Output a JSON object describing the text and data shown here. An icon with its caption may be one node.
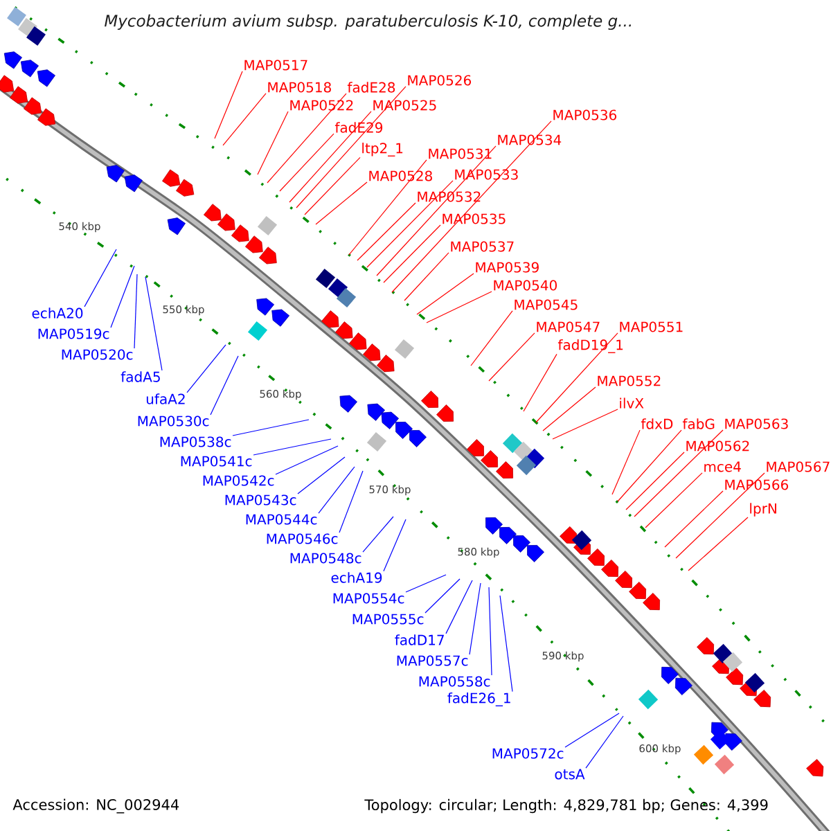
{
  "diagram": {
    "title": "Mycobacterium avium subsp. paratuberculosis K-10, complete g...",
    "nodes": [
      {
        "text": [
          "MAP0517"
        ]
      },
      {
        "text": [
          "MAP0518"
        ]
      },
      {
        "text": [
          "fadE28"
        ]
      },
      {
        "text": [
          "MAP0526"
        ]
      },
      {
        "text": [
          "MAP0522"
        ]
      },
      {
        "text": [
          "MAP0525"
        ]
      },
      {
        "text": [
          "fadE29"
        ]
      },
      {
        "text": [
          "ltp2_1"
        ]
      },
      {
        "text": [
          "MAP0528"
        ]
      },
      {
        "text": [
          "MAP0536"
        ]
      },
      {
        "text": [
          "MAP0534"
        ]
      },
      {
        "text": [
          "MAP0531"
        ]
      },
      {
        "text": [
          "MAP0533"
        ]
      },
      {
        "text": [
          "MAP0532"
        ]
      },
      {
        "text": [
          "MAP0535"
        ]
      },
      {
        "text": [
          "MAP0537"
        ]
      },
      {
        "text": [
          "MAP0539"
        ]
      },
      {
        "text": [
          "MAP0540"
        ]
      },
      {
        "text": [
          "MAP0545"
        ]
      },
      {
        "text": [
          "MAP0547"
        ]
      },
      {
        "text": [
          "MAP0551"
        ]
      },
      {
        "text": [
          "fadD19_1"
        ]
      },
      {
        "text": [
          "MAP0552"
        ]
      },
      {
        "text": [
          "ilvX"
        ]
      },
      {
        "text": [
          "fdxD"
        ]
      },
      {
        "text": [
          "fabG"
        ]
      },
      {
        "text": [
          "MAP0563"
        ]
      },
      {
        "text": [
          "MAP0562"
        ]
      },
      {
        "text": [
          "mce4"
        ]
      },
      {
        "text": [
          "MAP0567"
        ]
      },
      {
        "text": [
          "MAP0566"
        ]
      },
      {
        "text": [
          "lprN"
        ]
      },
      {
        "text": [
          "echA20"
        ]
      },
      {
        "text": [
          "MAP0519c"
        ]
      },
      {
        "text": [
          "MAP0520c"
        ]
      },
      {
        "text": [
          "fadA5"
        ]
      },
      {
        "text": [
          "ufaA2"
        ]
      },
      {
        "text": [
          "MAP0530c"
        ]
      },
      {
        "text": [
          "MAP0538c"
        ]
      },
      {
        "text": [
          "MAP0541c"
        ]
      },
      {
        "text": [
          "MAP0542c"
        ]
      },
      {
        "text": [
          "MAP0543c"
        ]
      },
      {
        "text": [
          "MAP0544c"
        ]
      },
      {
        "text": [
          "MAP0546c"
        ]
      },
      {
        "text": [
          "MAP0548c"
        ]
      },
      {
        "text": [
          "echA19"
        ]
      },
      {
        "text": [
          "MAP0554c"
        ]
      },
      {
        "text": [
          "MAP0555c"
        ]
      },
      {
        "text": [
          "fadD17"
        ]
      },
      {
        "text": [
          "MAP0557c"
        ]
      },
      {
        "text": [
          "MAP0558c"
        ]
      },
      {
        "text": [
          "fadE26_1"
        ]
      },
      {
        "text": [
          "MAP0572c"
        ]
      },
      {
        "text": [
          "otsA"
        ]
      }
    ],
    "edges": [
      {
        "from": 0,
        "to": null,
        "arrow": "none",
        "color": "#ff0000"
      },
      {
        "from": 1,
        "to": null,
        "arrow": "none",
        "color": "#ff0000"
      },
      {
        "from": 2,
        "to": null,
        "arrow": "none",
        "color": "#ff0000"
      },
      {
        "from": 3,
        "to": null,
        "arrow": "none",
        "color": "#ff0000"
      },
      {
        "from": 4,
        "to": null,
        "arrow": "none",
        "color": "#ff0000"
      },
      {
        "from": 5,
        "to": null,
        "arrow": "none",
        "color": "#ff0000"
      },
      {
        "from": 6,
        "to": null,
        "arrow": "none",
        "color": "#ff0000"
      },
      {
        "from": 7,
        "to": null,
        "arrow": "none",
        "color": "#ff0000"
      },
      {
        "from": 8,
        "to": null,
        "arrow": "none",
        "color": "#ff0000"
      },
      {
        "from": 9,
        "to": null,
        "arrow": "none",
        "color": "#ff0000"
      },
      {
        "from": 10,
        "to": null,
        "arrow": "none",
        "color": "#ff0000"
      },
      {
        "from": 11,
        "to": null,
        "arrow": "none",
        "color": "#ff0000"
      },
      {
        "from": 12,
        "to": null,
        "arrow": "none",
        "color": "#ff0000"
      },
      {
        "from": 13,
        "to": null,
        "arrow": "none",
        "color": "#ff0000"
      },
      {
        "from": 14,
        "to": null,
        "arrow": "none",
        "color": "#ff0000"
      },
      {
        "from": 15,
        "to": null,
        "arrow": "none",
        "color": "#ff0000"
      },
      {
        "from": 16,
        "to": null,
        "arrow": "none",
        "color": "#ff0000"
      },
      {
        "from": 17,
        "to": null,
        "arrow": "none",
        "color": "#ff0000"
      },
      {
        "from": 18,
        "to": null,
        "arrow": "none",
        "color": "#ff0000"
      },
      {
        "from": 19,
        "to": null,
        "arrow": "none",
        "color": "#ff0000"
      },
      {
        "from": 20,
        "to": null,
        "arrow": "none",
        "color": "#ff0000"
      },
      {
        "from": 21,
        "to": null,
        "arrow": "none",
        "color": "#ff0000"
      },
      {
        "from": 22,
        "to": null,
        "arrow": "none",
        "color": "#ff0000"
      },
      {
        "from": 23,
        "to": null,
        "arrow": "none",
        "color": "#ff0000"
      },
      {
        "from": 24,
        "to": null,
        "arrow": "none",
        "color": "#ff0000"
      },
      {
        "from": 25,
        "to": null,
        "arrow": "none",
        "color": "#ff0000"
      },
      {
        "from": 26,
        "to": null,
        "arrow": "none",
        "color": "#ff0000"
      },
      {
        "from": 27,
        "to": null,
        "arrow": "none",
        "color": "#ff0000"
      },
      {
        "from": 28,
        "to": null,
        "arrow": "none",
        "color": "#ff0000"
      },
      {
        "from": 29,
        "to": null,
        "arrow": "none",
        "color": "#ff0000"
      },
      {
        "from": 30,
        "to": null,
        "arrow": "none",
        "color": "#ff0000"
      },
      {
        "from": 31,
        "to": null,
        "arrow": "none",
        "color": "#ff0000"
      },
      {
        "from": 32,
        "to": null,
        "arrow": "none",
        "color": "#0000ff"
      },
      {
        "from": 33,
        "to": null,
        "arrow": "none",
        "color": "#0000ff"
      },
      {
        "from": 34,
        "to": null,
        "arrow": "none",
        "color": "#0000ff"
      },
      {
        "from": 35,
        "to": null,
        "arrow": "none",
        "color": "#0000ff"
      },
      {
        "from": 36,
        "to": null,
        "arrow": "none",
        "color": "#0000ff"
      },
      {
        "from": 37,
        "to": null,
        "arrow": "none",
        "color": "#0000ff"
      },
      {
        "from": 38,
        "to": null,
        "arrow": "none",
        "color": "#0000ff"
      },
      {
        "from": 39,
        "to": null,
        "arrow": "none",
        "color": "#0000ff"
      },
      {
        "from": 40,
        "to": null,
        "arrow": "none",
        "color": "#0000ff"
      },
      {
        "from": 41,
        "to": null,
        "arrow": "none",
        "color": "#0000ff"
      },
      {
        "from": 42,
        "to": null,
        "arrow": "none",
        "color": "#0000ff"
      },
      {
        "from": 43,
        "to": null,
        "arrow": "none",
        "color": "#0000ff"
      },
      {
        "from": 44,
        "to": null,
        "arrow": "none",
        "color": "#0000ff"
      },
      {
        "from": 45,
        "to": null,
        "arrow": "none",
        "color": "#0000ff"
      },
      {
        "from": 46,
        "to": null,
        "arrow": "none",
        "color": "#0000ff"
      },
      {
        "from": 47,
        "to": null,
        "arrow": "none",
        "color": "#0000ff"
      },
      {
        "from": 48,
        "to": null,
        "arrow": "none",
        "color": "#0000ff"
      },
      {
        "from": 49,
        "to": null,
        "arrow": "none",
        "color": "#0000ff"
      },
      {
        "from": 50,
        "to": null,
        "arrow": "none",
        "color": "#0000ff"
      },
      {
        "from": 51,
        "to": null,
        "arrow": "none",
        "color": "#0000ff"
      },
      {
        "from": 52,
        "to": null,
        "arrow": "none",
        "color": "#0000ff"
      },
      {
        "from": 53,
        "to": null,
        "arrow": "none",
        "color": "#0000ff"
      }
    ],
    "labels": [
      "540 kbp",
      "550 kbp",
      "560 kbp",
      "570 kbp",
      "580 kbp",
      "590 kbp",
      "600 kbp",
      "Accession: NC_002944",
      "Topology: circular; Length: 4,829,781 bp; Genes: 4,399"
    ]
  }
}
